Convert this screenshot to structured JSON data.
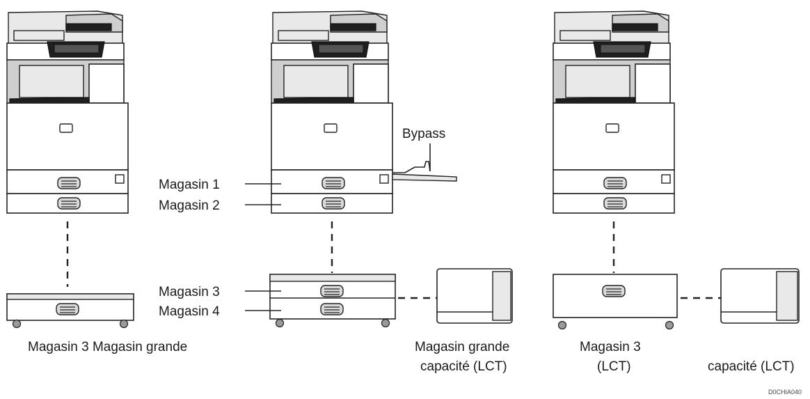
{
  "labels": {
    "bypass": "Bypass",
    "tray1": "Magasin 1",
    "tray2": "Magasin 2",
    "tray3": "Magasin 3",
    "tray4": "Magasin 4",
    "caption_left": "Magasin 3 Magasin grande",
    "caption_mid_line1": "Magasin grande",
    "caption_mid_line2": "capacité (LCT)",
    "caption_right_line1": "Magasin 3",
    "caption_right_line2": "(LCT)",
    "caption_far_right": "capacité (LCT)",
    "figure_code": "D0CHIA040"
  },
  "icons": {
    "printer": "printer-icon",
    "paper_tray_unit": "tray-unit-icon",
    "lct_unit": "lct-unit-icon",
    "bypass_tray": "bypass-tray-icon",
    "tray_handle": "handle-icon",
    "caster_wheel": "wheel-icon"
  },
  "colors": {
    "outline": "#222222",
    "panel_light": "#e9e9e9",
    "panel_mid": "#cfcfcf",
    "panel_dark": "#1f1f1f",
    "background": "#ffffff"
  }
}
